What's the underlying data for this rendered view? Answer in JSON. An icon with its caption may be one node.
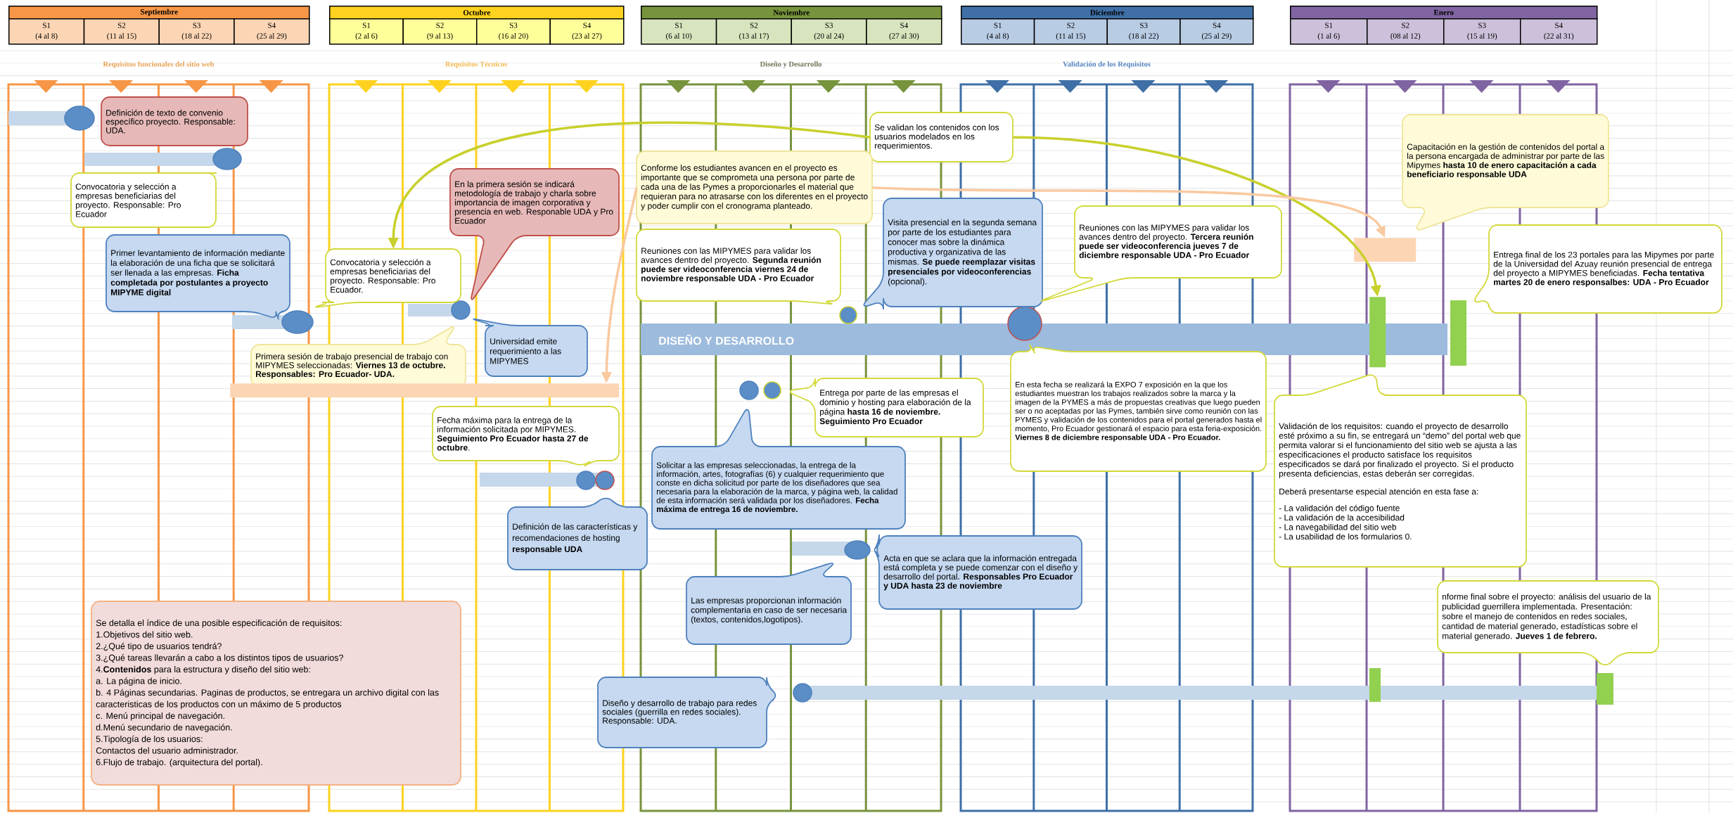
{
  "diagram": {
    "nodes": [
      {
        "text": [
          "Definición de texto de convenio específico proyecto. Responsable: UDA."
        ]
      },
      {
        "text": [
          "Convocatoria y selección a empresas beneficiarias del proyecto. Responsable: Pro Ecuador"
        ]
      },
      {
        "text": [
          "En la primera sesión se indicará metodología de trabajo y charla sobre importancia de imagen corporativa y presencia en web. Responable UDA y Pro Ecuador"
        ]
      },
      {
        "text": [
          "Se validan los contenidos con los usuarios modelados en los requerimientos."
        ]
      },
      {
        "text": [
          "Conforme los estudiantes avancen en el proyecto es importante que se comprometa una persona por parte de cada una de las Pymes a proporcionarles el material que requieran para no atrasarse con los diferentes en el proyecto y poder cumplir con el cronograma planteado."
        ]
      },
      {
        "text": [
          "Capacitación en la gestión de contenidos del portal a la persona encargada de administrar por parte de las Mipymes **hasta 10 de enero capacitación a cada beneficiario responsable UDA**"
        ]
      },
      {
        "text": [
          "Primer levantamiento de información mediante la elaboración de una ficha que se solicitará ser llenada a las empresas. **Ficha completada por postulantes a proyecto MIPYME digital**"
        ]
      },
      {
        "text": [
          "Convocatoria y selección a empresas beneficiarias del proyecto. Responsable: Pro Ecuador."
        ]
      },
      {
        "text": [
          "Visita presencial en la segunda semana por parte de los estudiantes para conocer mas sobre la dinámica productiva y organizativa de las mismas. **Se puede reemplazar visitas presenciales por videoconferencias** (opcional)."
        ]
      },
      {
        "text": [
          "Reuniones con las MIPYMES para validar los avances dentro del proyecto. **Segunda reunión puede ser videoconferencia viernes 24 de noviembre responsable UDA - Pro Ecuador**"
        ]
      },
      {
        "text": [
          "Reuniones con las MIPYMES para validar los avances dentro del proyecto. **Tercera reunión puede ser videoconferencia jueves 7 de diciembre responsable UDA - Pro Ecuador**"
        ]
      },
      {
        "text": [
          "Entrega final de los 23 portales para las Mipymes por parte de la Universidad del Azuay reunión presencial de entrega del proyecto a MIPYMES beneficiadas. **Fecha tentativa martes 20 de enero responsalbes: UDA - Pro Ecuador**"
        ]
      },
      {
        "text": [
          "Universidad emite requerimiento a las MIPYMES"
        ]
      },
      {
        "text": [
          "Primera sesión de trabajo presencial de trabajo con MIPYMES seleccionadas: **Viernes 13 de octubre. Responsables: Pro Ecuador- UDA.**"
        ]
      },
      {
        "text": [
          "En esta fecha se realizará la EXPO 7 exposición en la que los estudiantes muestran los trabajos realizados sobre la marca y la imagen de la PYMES a más de propuestas creativas que luego pueden ser o no aceptadas por las Pymes, también sirve como reunión con las PYMES y validación de los contenidos para el portal generados hasta el momento, Pro Ecuador gestionará el espacio para esta feria-exposición. **Viernes 8 de diciembre responsable UDA - Pro Ecuador.**"
        ]
      },
      {
        "text": [
          "Entrega por parte de las empresas el dominio y hosting para elaboración de la página **hasta 16 de noviembre. Seguimiento Pro Ecuador**"
        ]
      },
      {
        "text": [
          "Fecha máxima para la entrega de la información solicitada por MIPYMES. **Seguimiento Pro Ecuador hasta 27 de octubre**."
        ]
      },
      {
        "text": [
          "Validación de los requisitos: cuando el proyecto de desarrollo esté próximo a su fin, se entregará un “demo” del portal web que permita valorar si el funcionamiento del sitio web se ajusta a las especificaciones el producto satisface los requisitos especificados se dará por finalizado el proyecto. Si el producto presenta deficiencias, estas deberán ser corregidas.",
          "Deberá presentarse especial atención en esta fase a:",
          "- La validación del código fuente",
          "- La validación de la accesibilidad",
          "- La navegabilidad del sitio web",
          "- La usabilidad de los formularios 0."
        ]
      },
      {
        "text": [
          "Solicitar a las empresas seleccionadas, la entrega de la información, artes, fotografías (6) y cualquier requerimiento que conste en dicha solicitud por parte de los diseñadores que sea necesaria para la elaboración de la marca, y página web, la calidad de esta información será validada por los diseñadores. **Fecha máxima de entrega 16 de noviembre.**"
        ]
      },
      {
        "text": [
          "Definición de las características y recomendaciones de hosting **responsable UDA**"
        ]
      },
      {
        "text": [
          "Acta en que se aclara que la información entregada está completa y se puede comenzar con el diseño y desarrollo del portal. **Responsables Pro Ecuador y UDA hasta 23 de noviembre**"
        ]
      },
      {
        "text": [
          "Las empresas proporcionan información complementaria en caso de ser necesaria (textos, contenidos,logotipos)."
        ]
      },
      {
        "text": [
          "nforme final sobre el proyecto: análisis del usuario de la publicidad guerrillera implementada. Presentación: sobre el manejo de contenidos en redes sociales, cantidad de material generado, estadísticas sobre el material generado. **Jueves 1 de febrero.**"
        ]
      },
      {
        "text": [
          "Se detalla el índice de una posible especificación de requisitos:",
          "1.Objetivos del sitio web.",
          "2.¿Qué tipo de usuarios tendrá?",
          "3.¿Qué tareas llevarán a cabo a los distintos tipos de usuarios?",
          "4.**Contenidos** para la estructura y diseño del sitio web:",
          "a. La página de inicio.",
          "b. 4 Páginas secundarias. Paginas de productos, se entregara un archivo digital con las caracteristicas de los productos con un máximo de 5 productos",
          "c. Menú principal de navegación.",
          "d.Menú secundario de navegación.",
          "5.Tipología de los usuarios:",
          "Contactos del usuario administrador.",
          "6.Flujo de trabajo. (arquitectura del portal)."
        ]
      },
      {
        "text": [
          "Diseño y desarrollo de trabajo para redes sociales (guerrilla en redes sociales). Responsable: UDA."
        ]
      },
      {
        "text": [],
        "shape": "bar"
      },
      {
        "text": [],
        "shape": "bar"
      },
      {
        "text": [],
        "shape": "bar"
      }
    ],
    "edges": [
      {
        "from": 3,
        "to": 7,
        "arrow": "to",
        "color": "#c8d02c"
      },
      {
        "from": 3,
        "to": 27,
        "arrow": "to",
        "color": "#c8d02c"
      },
      {
        "from": 4,
        "to": 25,
        "arrow": "to",
        "color": "#f9c9a0"
      },
      {
        "from": 4,
        "to": 26,
        "arrow": "to",
        "color": "#f9c9a0"
      }
    ],
    "labels": [
      "Septiembre",
      "S1",
      "(4 al 8)",
      "S2",
      "(11 al 15)",
      "S3",
      "(18 al 22)",
      "S4",
      "(25 al 29)",
      "Octubre",
      "S1",
      "(2 al 6)",
      "S2",
      "(9 al 13)",
      "S3",
      "(16 al 20)",
      "S4",
      "(23 al 27)",
      "Noviembre",
      "S1",
      "(6 al 10)",
      "S2",
      "(13 al 17)",
      "S3",
      "(20 al 24)",
      "S4",
      "(27 al 30)",
      "Diciembre",
      "S1",
      "(4 al 8)",
      "S2",
      "(11 al 15)",
      "S3",
      "(18 al 22)",
      "S4",
      "(25 al 29)",
      "Enero",
      "S1",
      "(1 al 6)",
      "S2",
      "(08 al 12)",
      "S3",
      "(15 al 19)",
      "S4",
      "(22 al 31)",
      "Requisitos funcionales del sitio web",
      "Requisitos Técnicos",
      "Diseño y Desarrollo",
      "Validación de los Requisitos",
      "DISEÑO Y DESARROLLO"
    ]
  }
}
